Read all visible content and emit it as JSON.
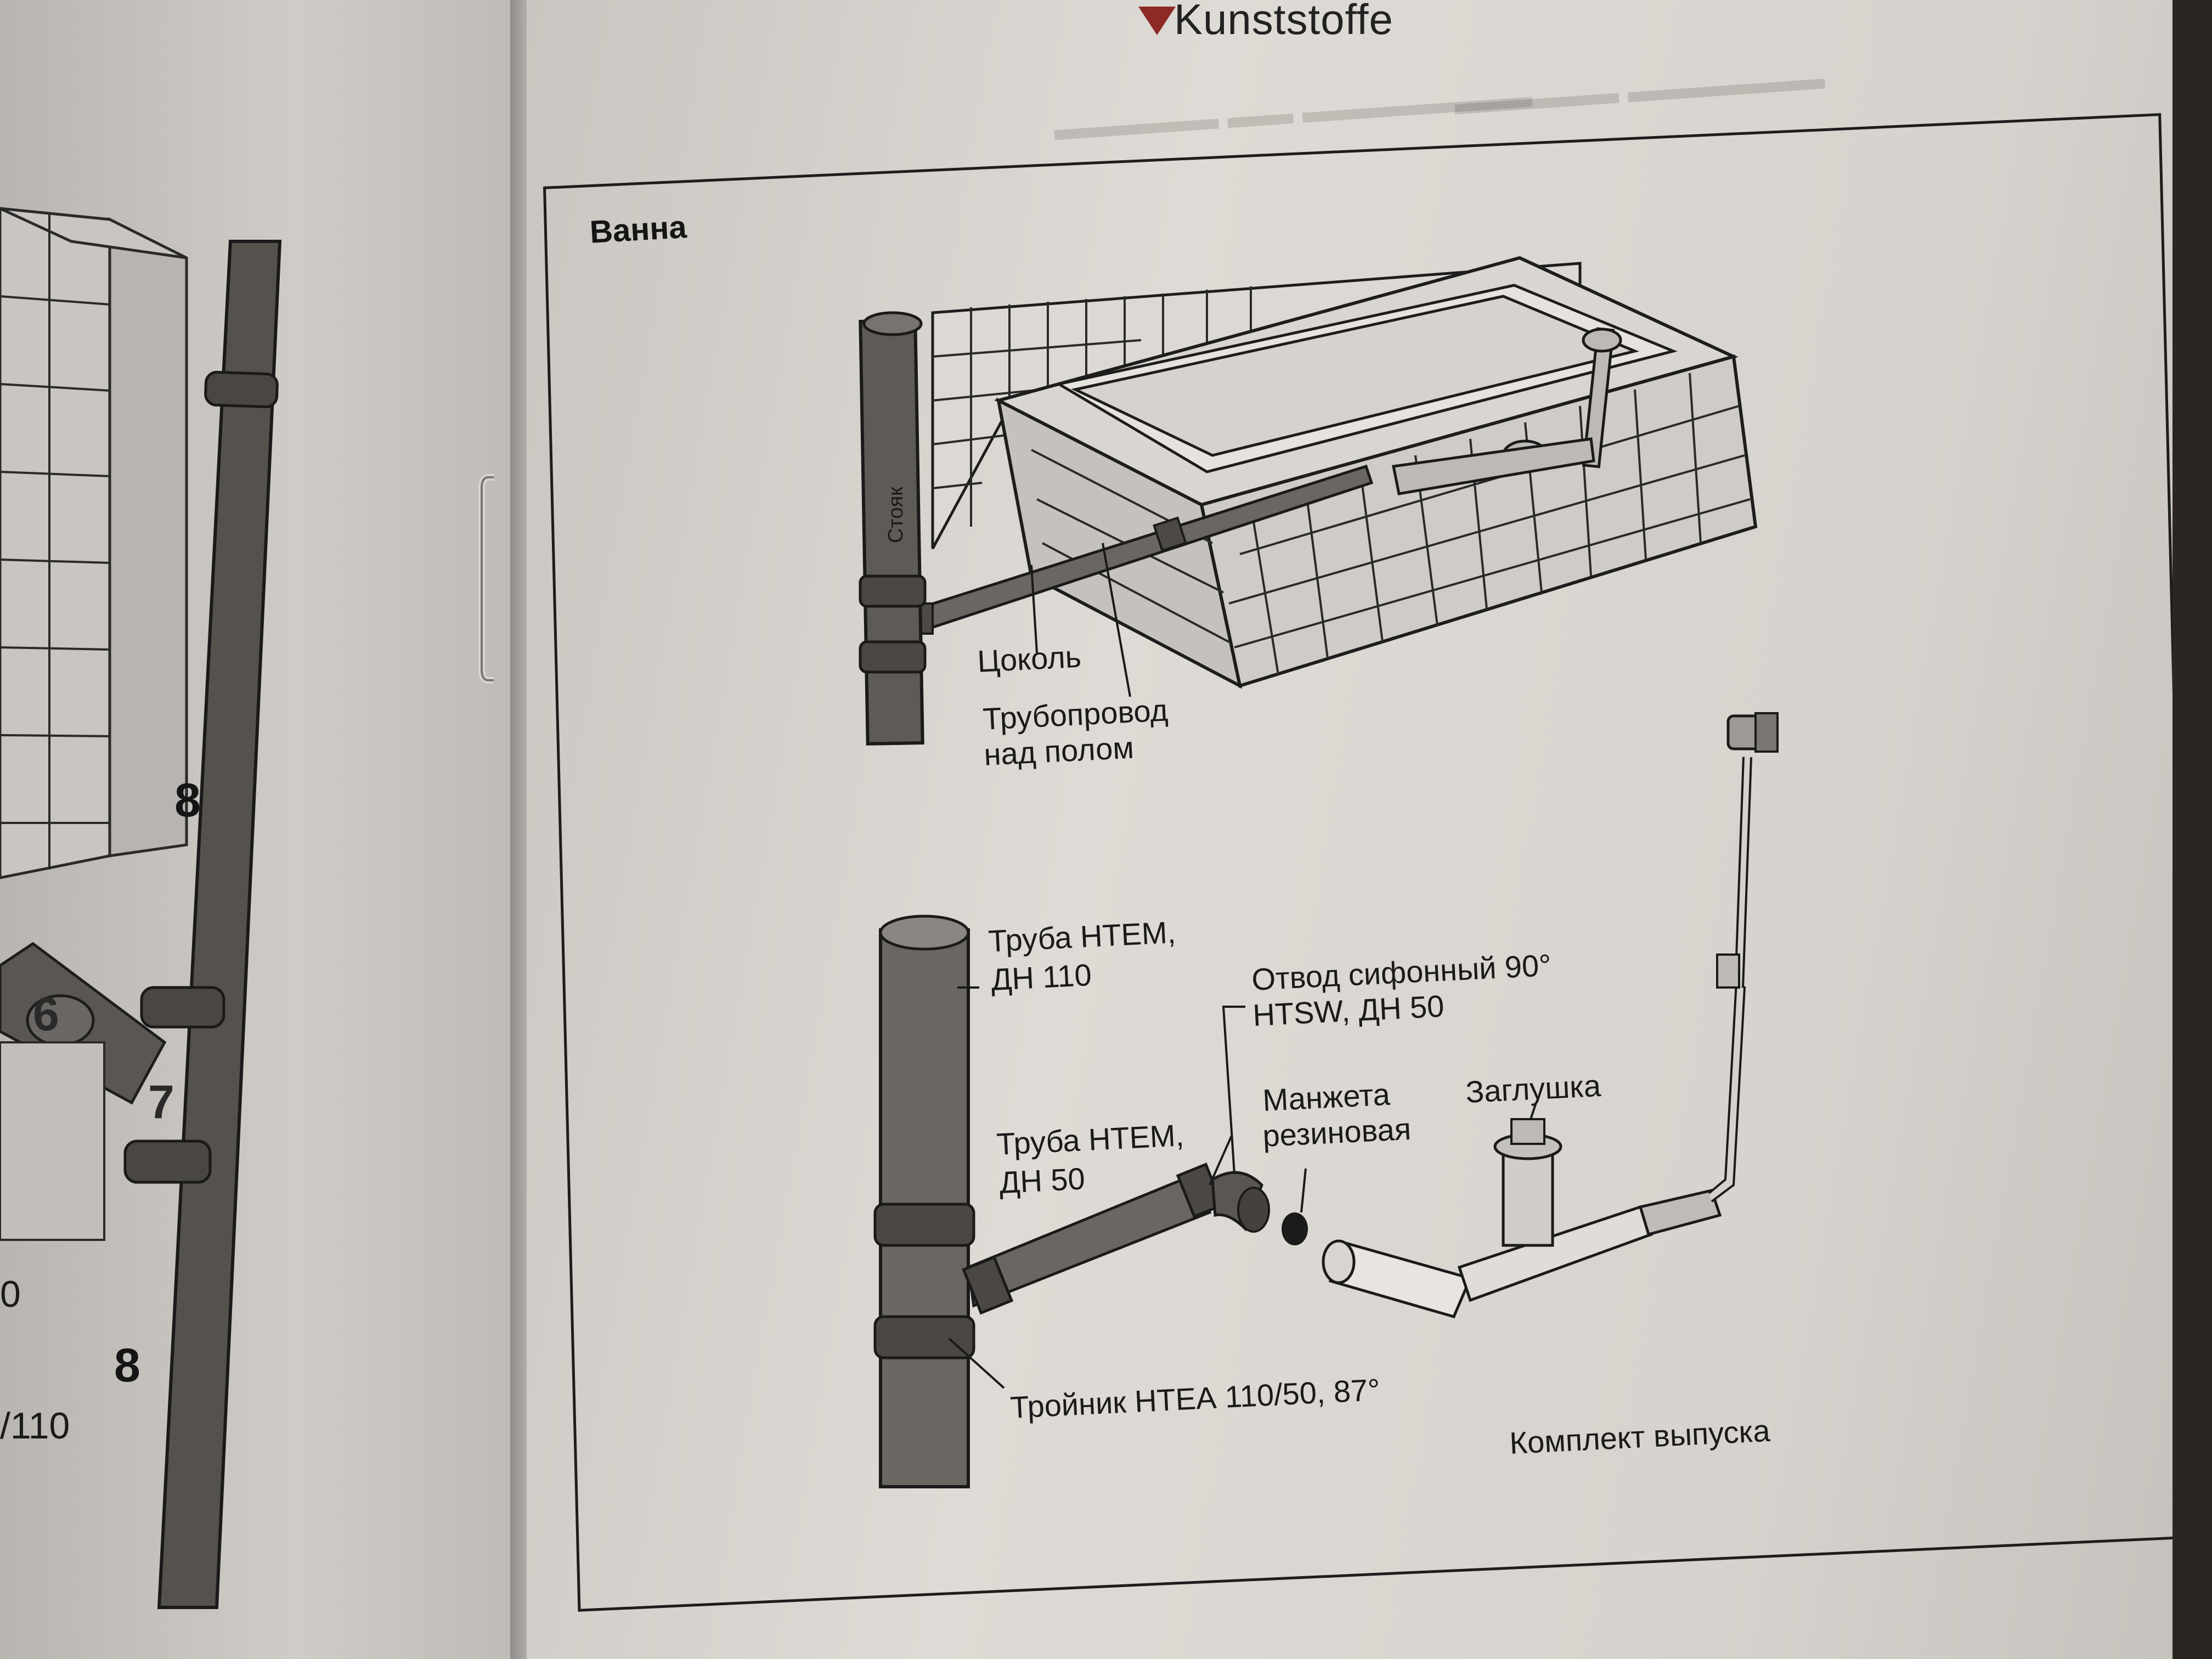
{
  "header": {
    "brand": "Kunststoffe"
  },
  "section": {
    "title": "Ванна"
  },
  "top_diagram": {
    "riser_label": "Стояк",
    "plinth_label": "Цоколь",
    "pipeline_label_line1": "Трубопровод",
    "pipeline_label_line2": "над полом"
  },
  "bottom_diagram": {
    "pipe110_line1": "Труба НТЕМ,",
    "pipe110_line2": "ДН 110",
    "elbow_line1": "Отвод сифонный 90°",
    "elbow_line2": "HTSW, ДН 50",
    "cuff_line1": "Манжета",
    "cuff_line2": "резиновая",
    "plug_label": "Заглушка",
    "pipe50_line1": "Труба НТЕМ,",
    "pipe50_line2": "ДН 50",
    "tee_label": "Тройник НТЕА 110/50, 87°",
    "kit_label": "Комплект выпуска"
  },
  "left_page": {
    "pipe_number_top": "8",
    "pipe_number_bottom": "8",
    "fitting_number_a": "6",
    "fitting_number_b": "7",
    "fragment_a": "0",
    "fragment_b": "/110"
  }
}
